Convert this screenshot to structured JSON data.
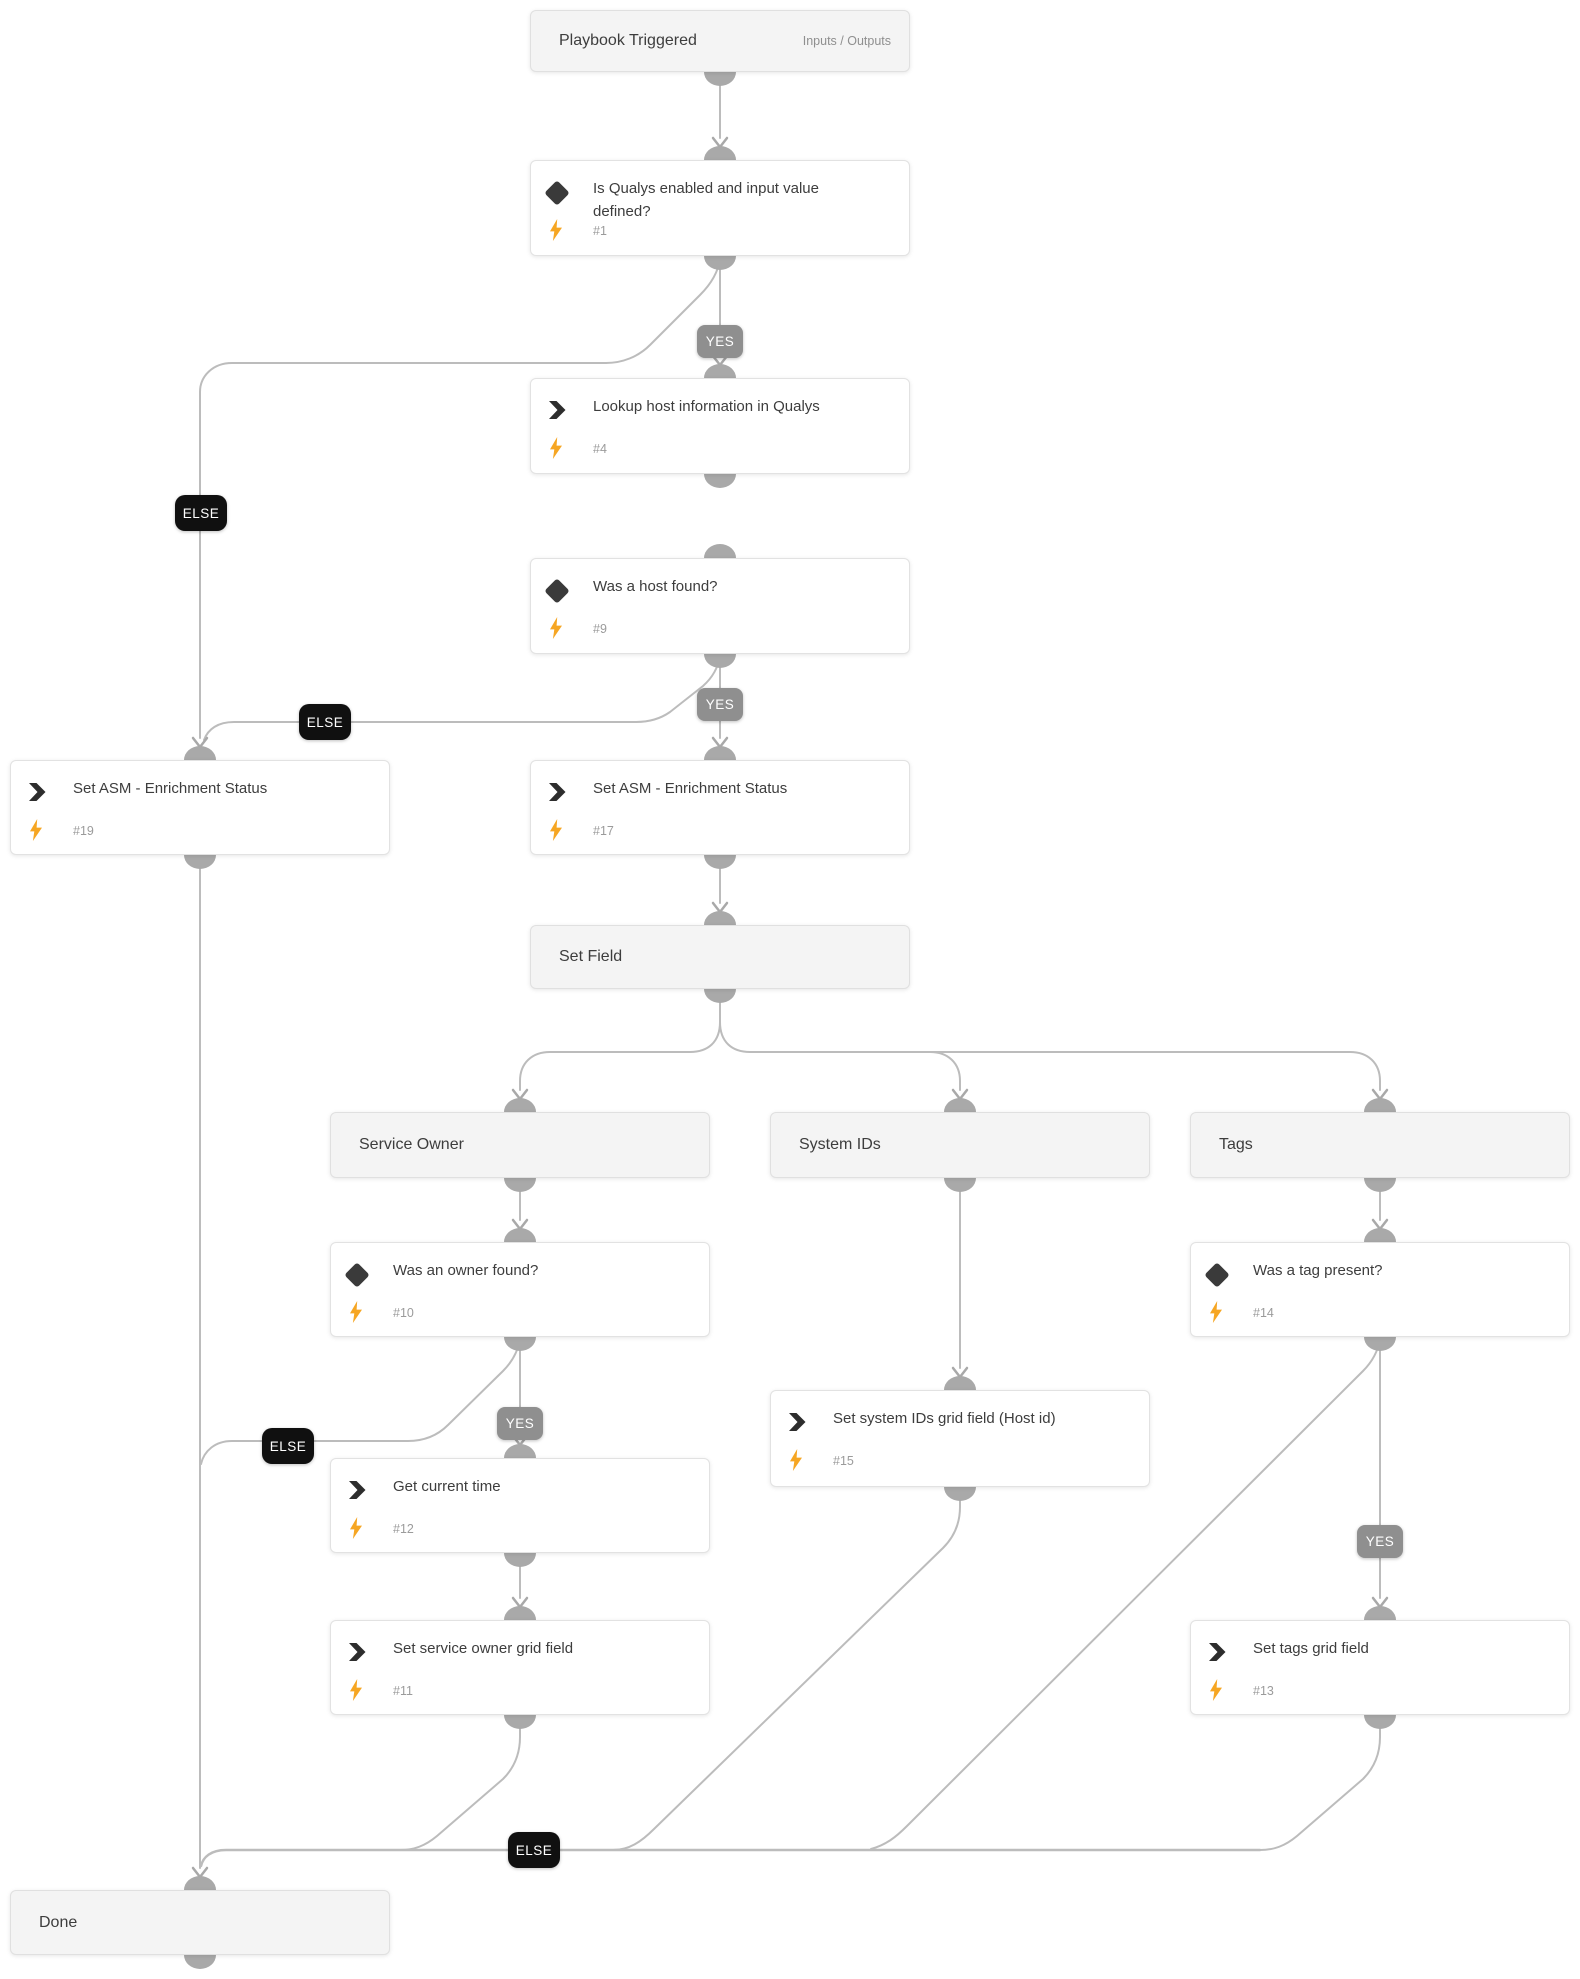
{
  "nodes": {
    "playbook_triggered": {
      "title": "Playbook Triggered",
      "action_label": "Inputs / Outputs"
    },
    "is_qualys_enabled": {
      "title": "Is Qualys enabled and input value defined?",
      "task_number": "#1"
    },
    "lookup_host": {
      "title": "Lookup host information in Qualys",
      "task_number": "#4"
    },
    "was_host_found": {
      "title": "Was a host found?",
      "task_number": "#9"
    },
    "set_asm_status_else": {
      "title": "Set ASM - Enrichment Status",
      "task_number": "#19"
    },
    "set_asm_status_yes": {
      "title": "Set ASM - Enrichment Status",
      "task_number": "#17"
    },
    "set_field": {
      "title": "Set Field"
    },
    "service_owner": {
      "title": "Service Owner"
    },
    "system_ids": {
      "title": "System IDs"
    },
    "tags": {
      "title": "Tags"
    },
    "was_owner_found": {
      "title": "Was an owner found?",
      "task_number": "#10"
    },
    "was_tag_present": {
      "title": "Was a tag present?",
      "task_number": "#14"
    },
    "set_system_ids_grid": {
      "title": "Set system IDs grid field (Host id)",
      "task_number": "#15"
    },
    "get_current_time": {
      "title": "Get current time",
      "task_number": "#12"
    },
    "set_service_owner_grid": {
      "title": "Set service owner grid field",
      "task_number": "#11"
    },
    "set_tags_grid": {
      "title": "Set tags grid field",
      "task_number": "#13"
    },
    "done": {
      "title": "Done"
    }
  },
  "branch_labels": {
    "yes_qualys": "YES",
    "else_qualys": "ELSE",
    "yes_host": "YES",
    "else_host": "ELSE",
    "yes_owner": "YES",
    "else_owner": "ELSE",
    "yes_tag": "YES",
    "else_tag": "ELSE"
  },
  "colors": {
    "line": "#bcbcbc",
    "connector_dot": "#a9a9a9",
    "bolt": "#f6a623",
    "condition_icon": "#3a3a3a",
    "task_icon": "#2d2d2d",
    "yes_badge": "#8f8f8f",
    "else_badge": "#101010",
    "section_bg": "#f4f4f4"
  }
}
